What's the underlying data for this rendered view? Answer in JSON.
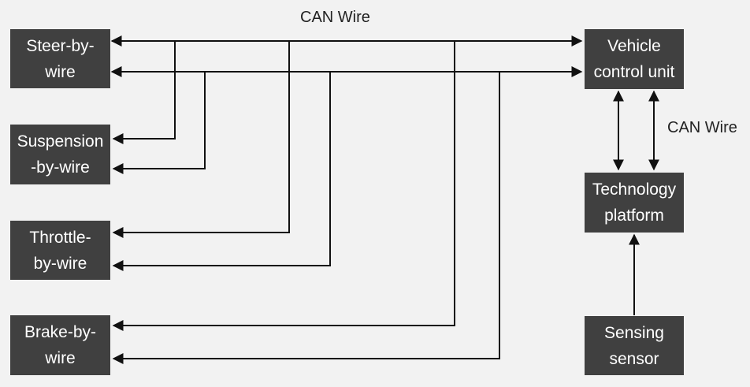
{
  "labels": {
    "can_wire_top": "CAN Wire",
    "can_wire_right": "CAN Wire"
  },
  "nodes": {
    "steer": {
      "line1": "Steer-by-",
      "line2": "wire"
    },
    "suspension": {
      "line1": "Suspension",
      "line2": "-by-wire"
    },
    "throttle": {
      "line1": "Throttle-",
      "line2": "by-wire"
    },
    "brake": {
      "line1": "Brake-by-",
      "line2": "wire"
    },
    "vcu": {
      "line1": "Vehicle",
      "line2": "control unit"
    },
    "platform": {
      "line1": "Technology",
      "line2": "platform"
    },
    "sensor": {
      "line1": "Sensing",
      "line2": "sensor"
    }
  },
  "colors": {
    "box_fill": "#404040",
    "box_text": "#ffffff",
    "line": "#111111",
    "background": "#f2f2f2"
  }
}
